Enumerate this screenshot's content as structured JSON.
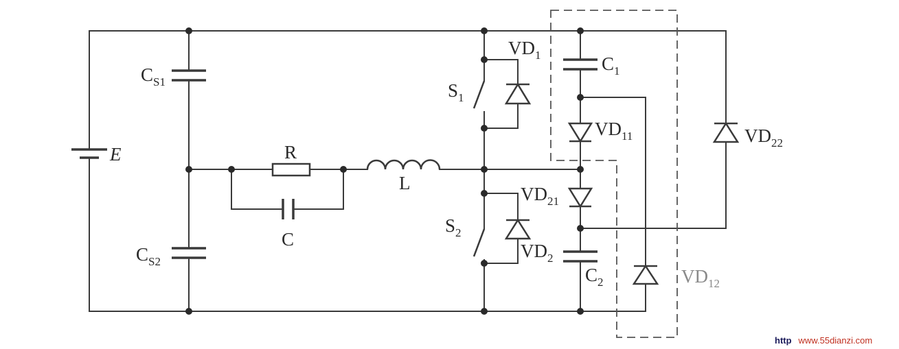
{
  "labels": {
    "E": "E",
    "CS1": {
      "main": "C",
      "sub": "S1"
    },
    "CS2": {
      "main": "C",
      "sub": "S2"
    },
    "R": "R",
    "C": "C",
    "L": "L",
    "S1": {
      "main": "S",
      "sub": "1"
    },
    "S2": {
      "main": "S",
      "sub": "2"
    },
    "VD1": {
      "main": "VD",
      "sub": "1"
    },
    "VD2": {
      "main": "VD",
      "sub": "2"
    },
    "C1": {
      "main": "C",
      "sub": "1"
    },
    "C2": {
      "main": "C",
      "sub": "2"
    },
    "VD11": {
      "main": "VD",
      "sub": "11"
    },
    "VD21": {
      "main": "VD",
      "sub": "21"
    },
    "VD22": {
      "main": "VD",
      "sub": "22"
    },
    "VD12": {
      "main": "VD",
      "sub": "12"
    }
  },
  "watermark": {
    "prefix": "http",
    "url": "www.55dianzi.com",
    "prefix_color": "#1a1a5a",
    "url_color": "#c03020"
  },
  "colors": {
    "line": "#3a3a3a",
    "dashed_box": "#555555"
  }
}
